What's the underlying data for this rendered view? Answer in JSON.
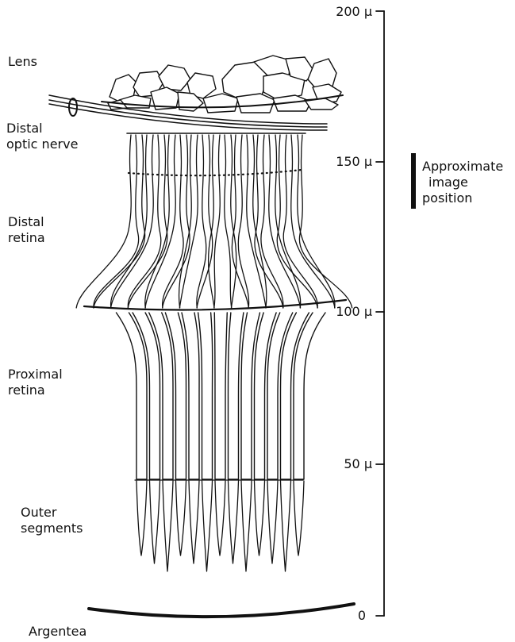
{
  "labels": {
    "lens": "Lens",
    "distal_optic_nerve": [
      "Distal",
      "optic nerve"
    ],
    "distal_retina": [
      "Distal",
      "retina"
    ],
    "proximal_retina": [
      "Proximal",
      "retina"
    ],
    "outer_segments": [
      "Outer",
      "segments"
    ],
    "argentea": "Argentea"
  },
  "scale_bar": {
    "ticks": [
      "200 μ",
      "150 μ",
      "100 μ",
      "50 μ",
      "0"
    ]
  },
  "image_position": {
    "label": [
      "Approximate",
      "image",
      "position"
    ]
  },
  "colors": {
    "ink": "#111111",
    "background": "#ffffff"
  }
}
